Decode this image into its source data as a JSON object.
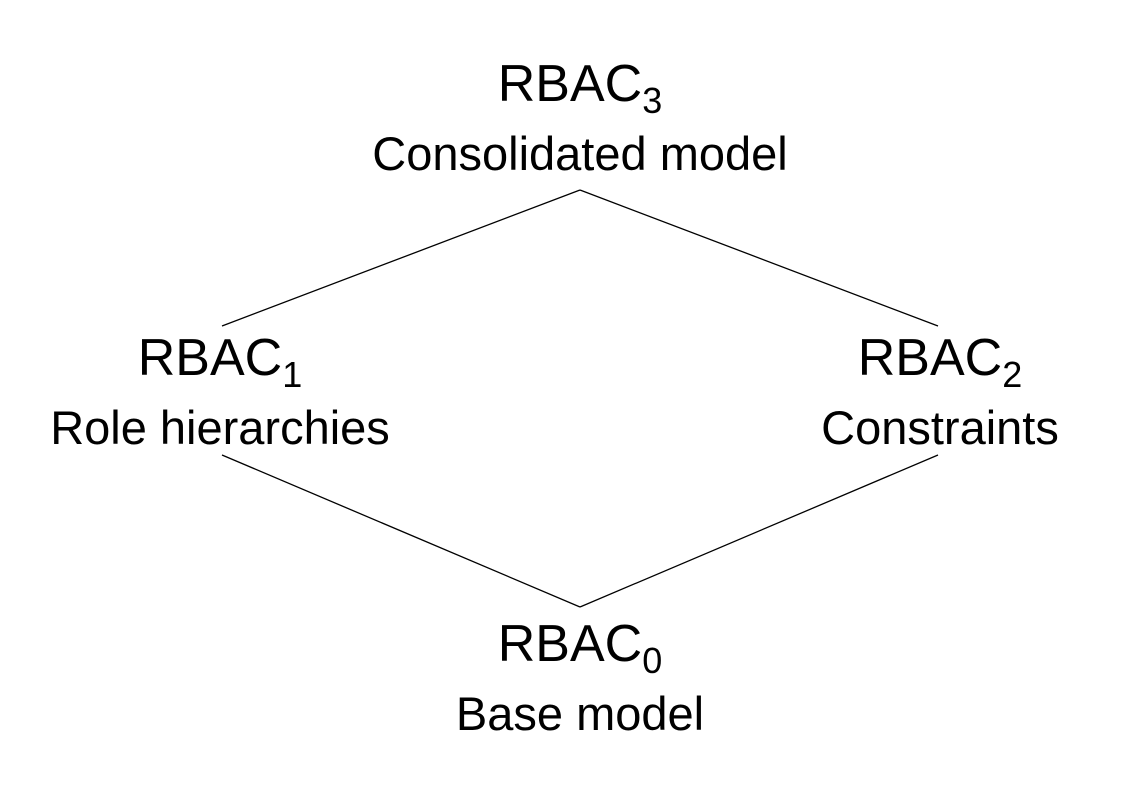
{
  "nodes": {
    "rbac3": {
      "name": "RBAC",
      "sub": "3",
      "description": "Consolidated model"
    },
    "rbac1": {
      "name": "RBAC",
      "sub": "1",
      "description": "Role hierarchies"
    },
    "rbac2": {
      "name": "RBAC",
      "sub": "2",
      "description": "Constraints"
    },
    "rbac0": {
      "name": "RBAC",
      "sub": "0",
      "description": "Base model"
    }
  },
  "edges": [
    {
      "from": "rbac3",
      "to": "rbac1"
    },
    {
      "from": "rbac3",
      "to": "rbac2"
    },
    {
      "from": "rbac1",
      "to": "rbac0"
    },
    {
      "from": "rbac2",
      "to": "rbac0"
    }
  ],
  "colors": {
    "line": "#000000",
    "text": "#000000",
    "background": "#ffffff"
  }
}
